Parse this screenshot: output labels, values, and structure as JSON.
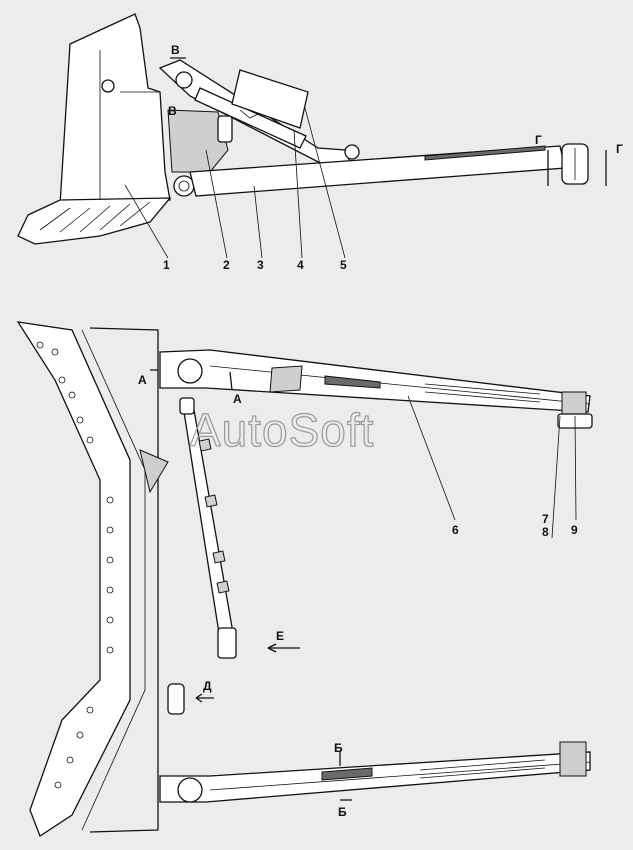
{
  "watermark": "AutoSoft",
  "top_view": {
    "callouts": [
      "1",
      "2",
      "3",
      "4",
      "5"
    ],
    "section_marks": [
      "В",
      "В",
      "Г",
      "Г"
    ]
  },
  "bottom_view": {
    "callouts": [
      "6",
      "7",
      "8",
      "9"
    ],
    "section_marks": [
      "А",
      "А",
      "Б",
      "Б"
    ],
    "view_marks": [
      "Д",
      "Е"
    ]
  }
}
